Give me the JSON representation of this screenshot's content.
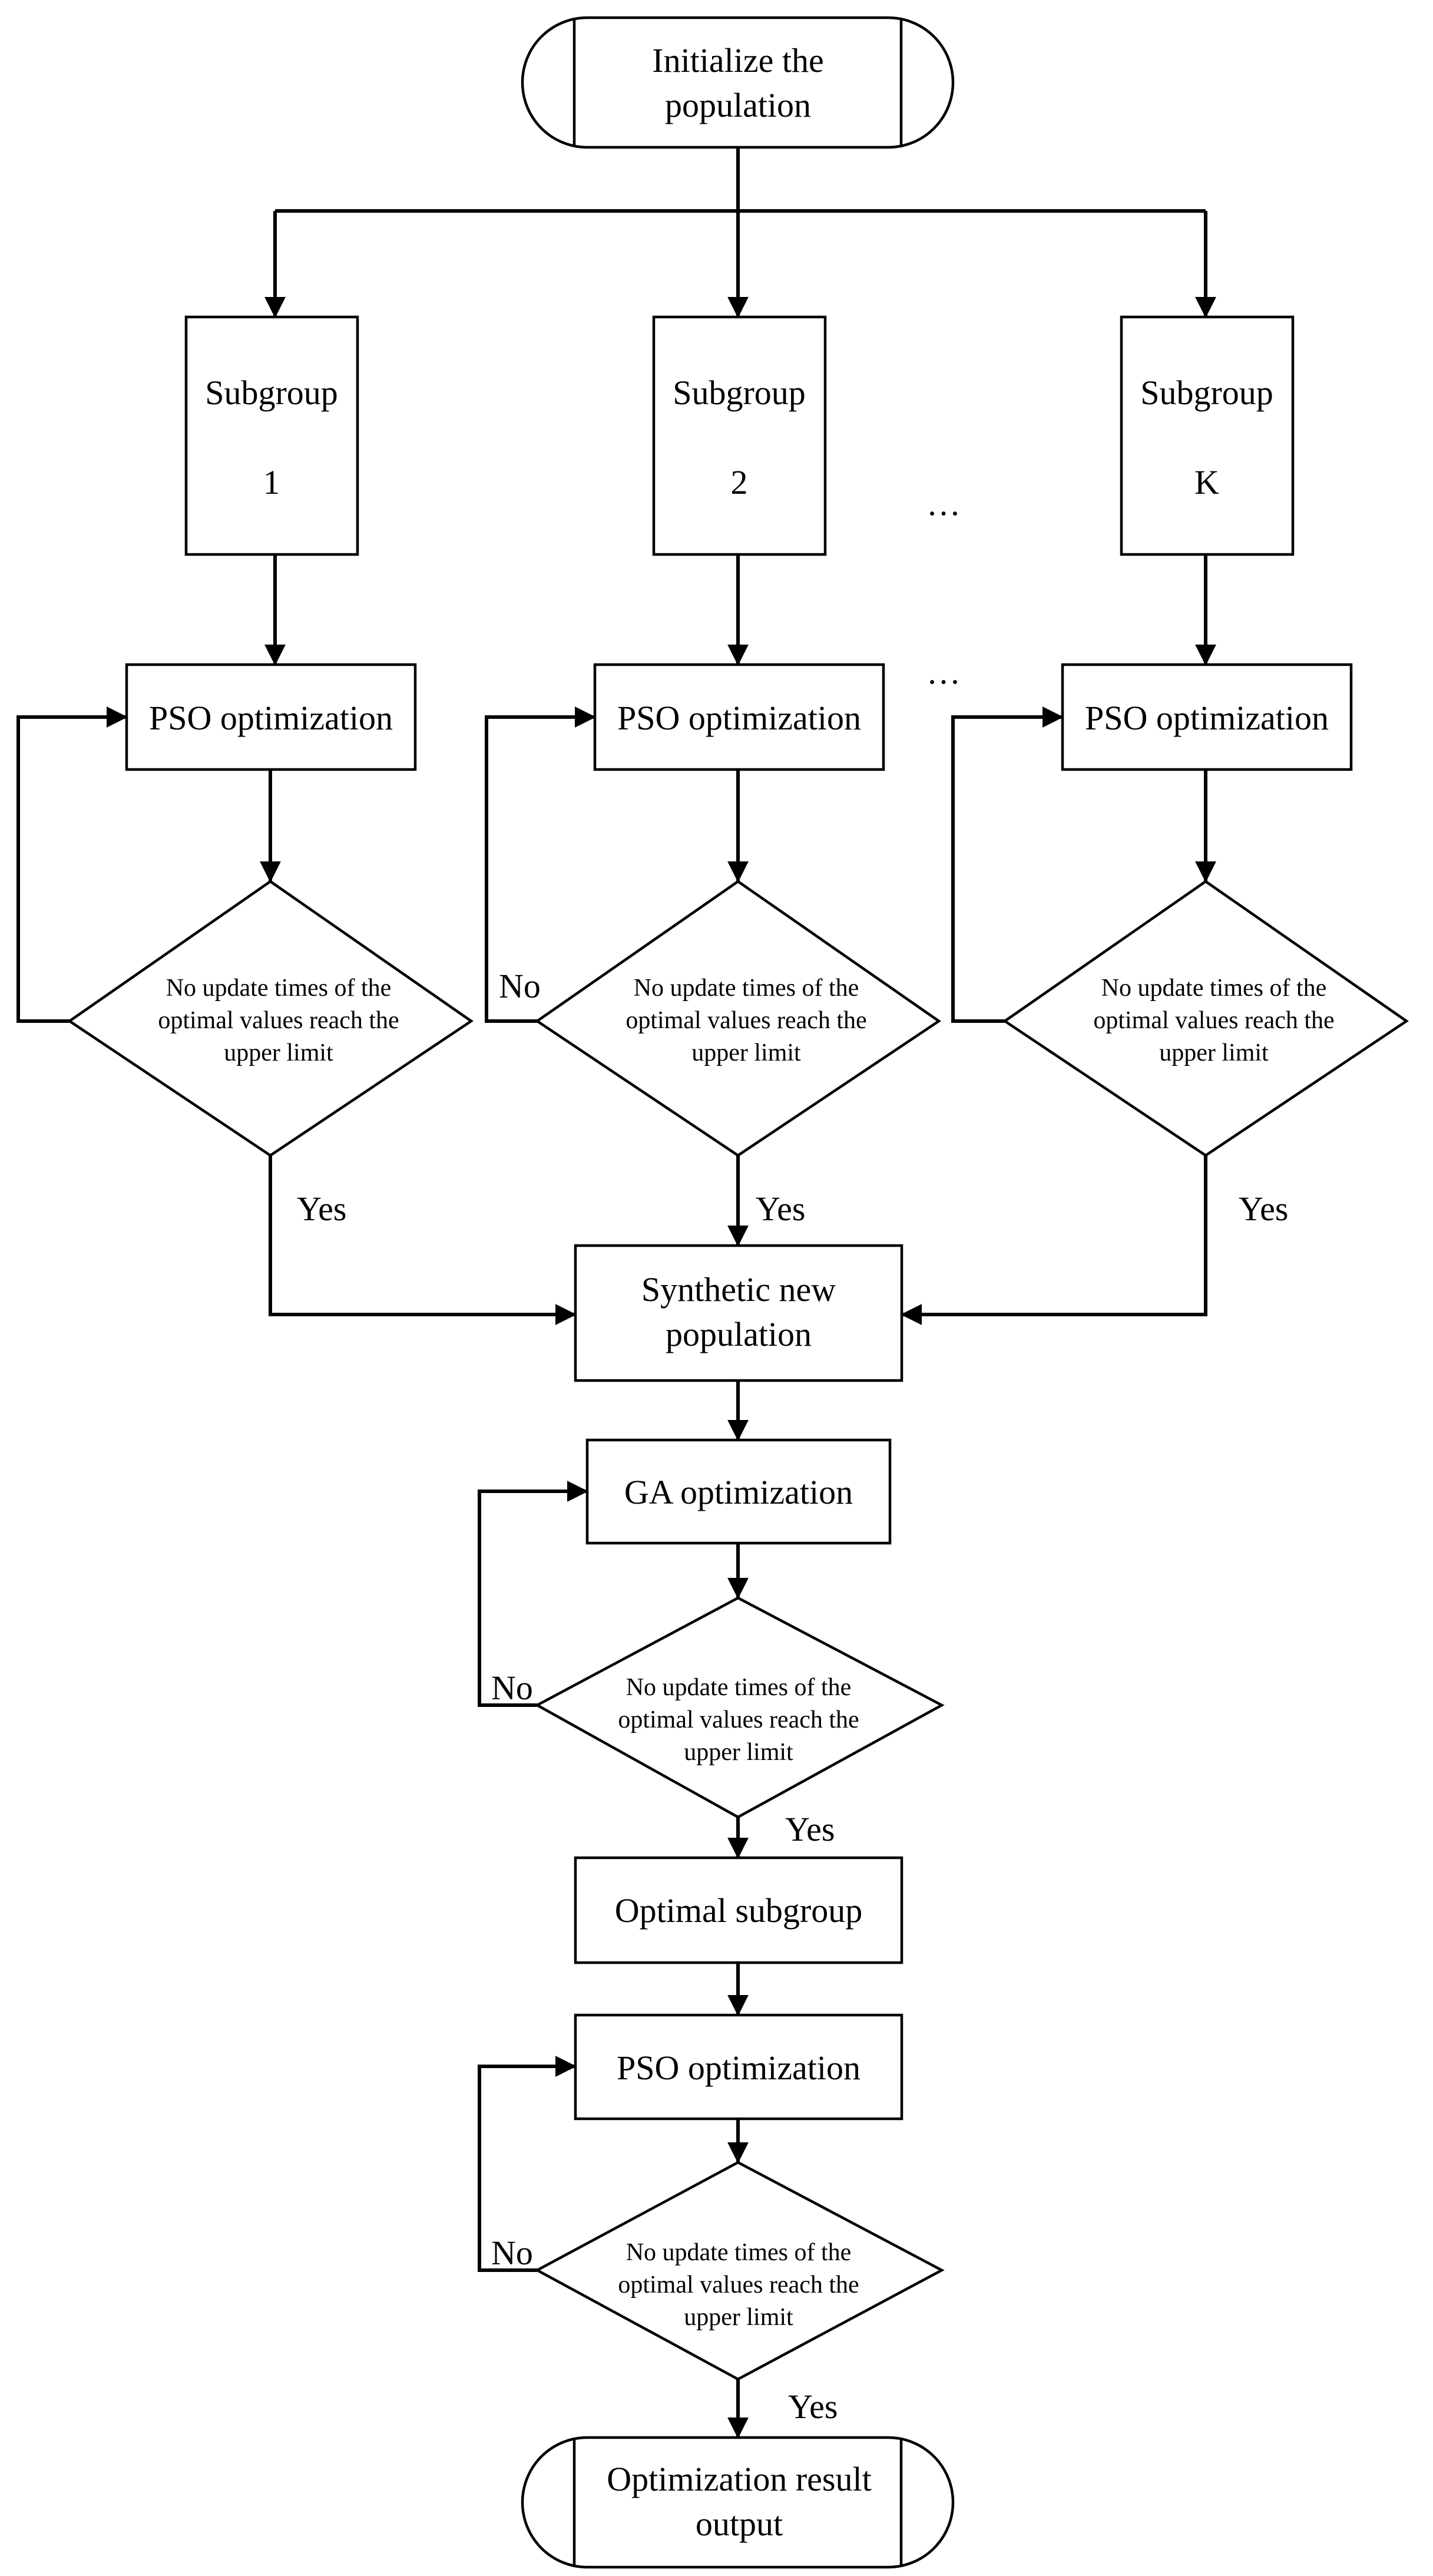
{
  "nodes": {
    "start": {
      "lines": [
        "Initialize the",
        "population"
      ]
    },
    "sub1": {
      "lines": [
        "Subgroup",
        "1"
      ]
    },
    "sub2": {
      "lines": [
        "Subgroup",
        "2"
      ]
    },
    "subK": {
      "lines": [
        "Subgroup",
        "K"
      ]
    },
    "pso1": {
      "lines": [
        "PSO optimization"
      ]
    },
    "pso2": {
      "lines": [
        "PSO optimization"
      ]
    },
    "psoK": {
      "lines": [
        "PSO optimization"
      ]
    },
    "dec1": {
      "lines": [
        "No update times of the",
        "optimal values reach the",
        "upper limit"
      ]
    },
    "dec2": {
      "lines": [
        "No update times of the",
        "optimal values reach the",
        "upper limit"
      ]
    },
    "decK": {
      "lines": [
        "No update times of the",
        "optimal values reach the",
        "upper limit"
      ]
    },
    "synth": {
      "lines": [
        "Synthetic new",
        "population"
      ]
    },
    "ga": {
      "lines": [
        "GA optimization"
      ]
    },
    "decGA": {
      "lines": [
        "No update times of the",
        "optimal values reach the",
        "upper limit"
      ]
    },
    "optsub": {
      "lines": [
        "Optimal subgroup"
      ]
    },
    "psoF": {
      "lines": [
        "PSO optimization"
      ]
    },
    "decF": {
      "lines": [
        "No update times of the",
        "optimal values reach the",
        "upper limit"
      ]
    },
    "end": {
      "lines": [
        "Optimization result",
        "output"
      ]
    }
  },
  "labels": {
    "yes": "Yes",
    "no": "No",
    "ellipsis": "…"
  }
}
